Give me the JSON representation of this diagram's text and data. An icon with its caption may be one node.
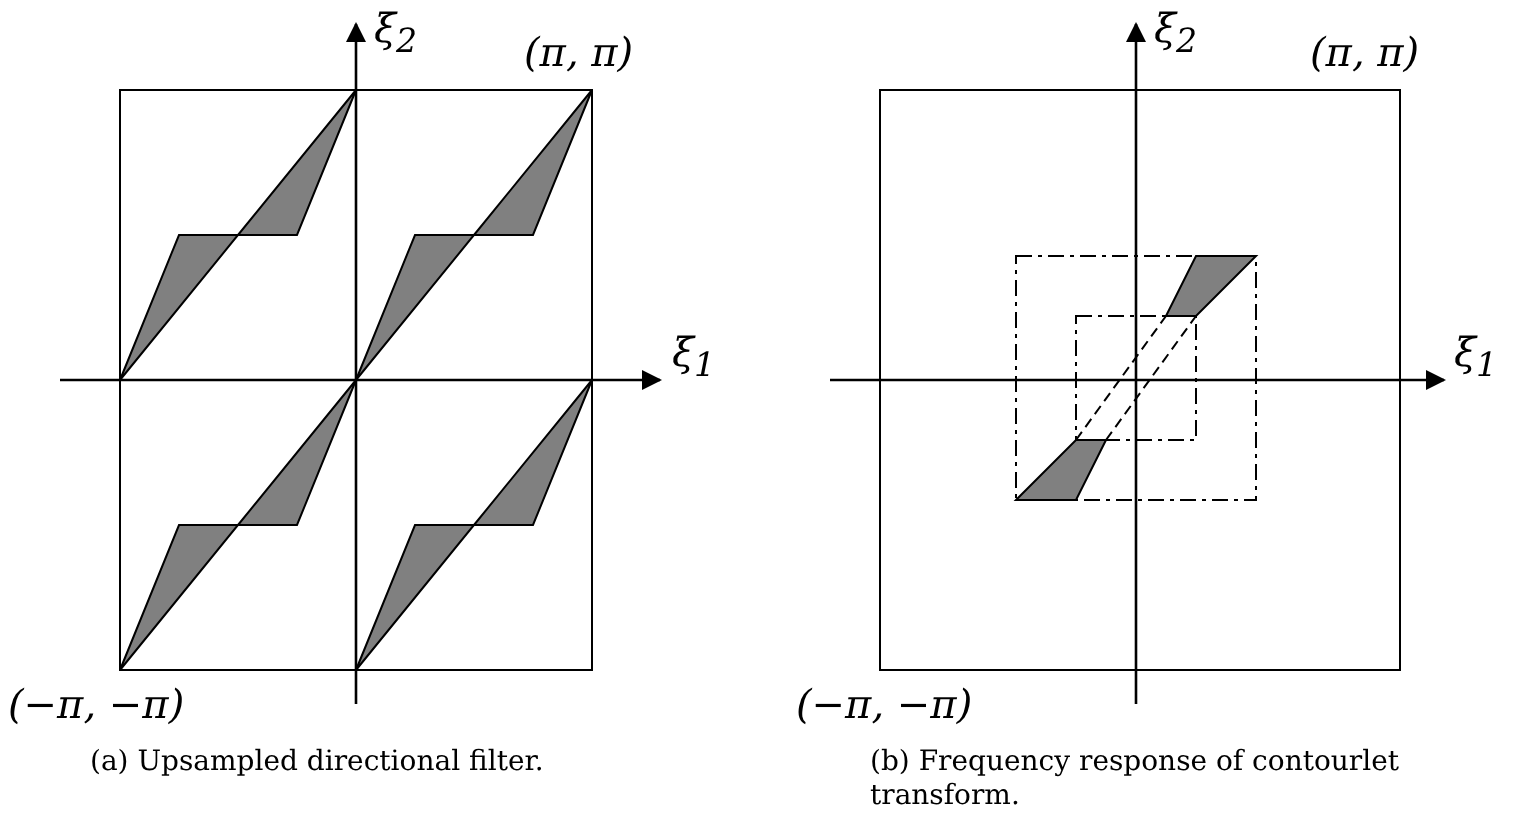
{
  "diagram": {
    "labels": [
      "ξ$_{2}$",
      "(π, π)",
      "ξ$_{1}$",
      "(−π, −π)",
      "ξ$_{2}$",
      "(π, π)",
      "ξ$_{1}$",
      "(−π, −π)",
      "(a) Upsampled directional filter.",
      "(b) Frequency response of contourlet transform."
    ]
  }
}
